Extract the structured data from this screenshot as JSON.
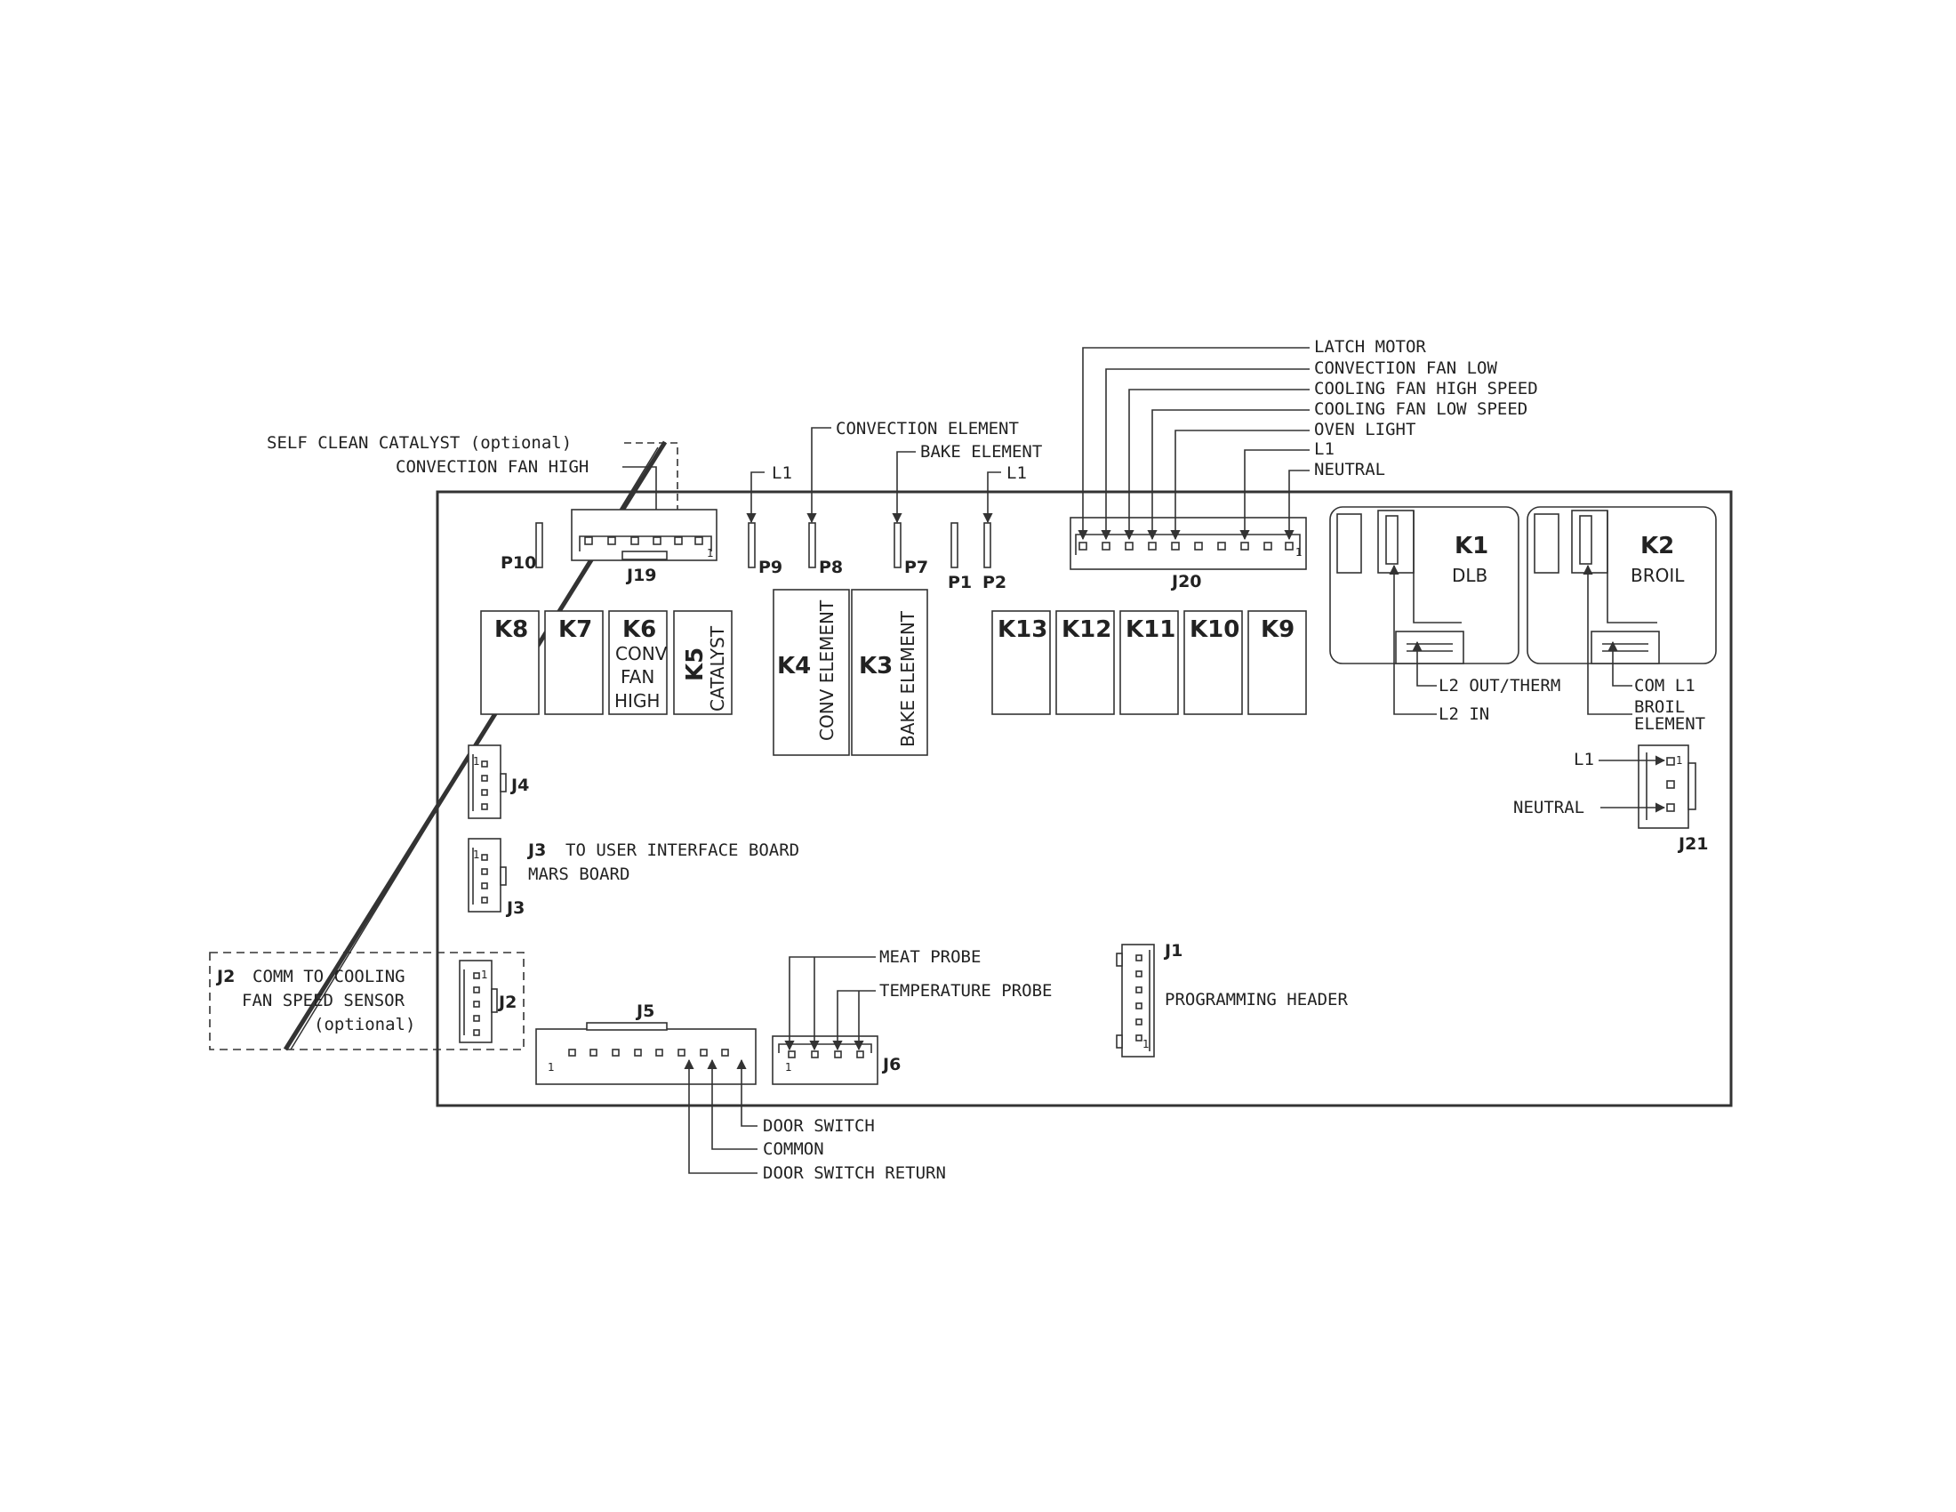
{
  "callouts": {
    "self_clean": "SELF CLEAN CATALYST (optional)",
    "conv_fan_high": "CONVECTION FAN HIGH",
    "convection_element": "CONVECTION ELEMENT",
    "bake_element": "BAKE ELEMENT",
    "l1_p9": "L1",
    "l1_p2": "L1",
    "latch_motor": "LATCH MOTOR",
    "conv_fan_low": "CONVECTION FAN LOW",
    "cool_high": "COOLING FAN HIGH SPEED",
    "cool_low": "COOLING FAN LOW SPEED",
    "oven_light": "OVEN LIGHT",
    "l1_j20": "L1",
    "neutral_j20": "NEUTRAL",
    "l2_out": "L2 OUT/THERM",
    "l2_in": "L2 IN",
    "com_l1": "COM L1",
    "broil_element_1": "BROIL",
    "broil_element_2": "ELEMENT",
    "l1_j21": "L1",
    "neutral_j21": "NEUTRAL",
    "j3_desc": "TO USER INTERFACE BOARD",
    "mars": "MARS BOARD",
    "j2_desc_1": "COMM TO COOLING",
    "j2_desc_2": "FAN SPEED SENSOR",
    "j2_desc_3": "(optional)",
    "meat_probe": "MEAT PROBE",
    "temp_probe": "TEMPERATURE PROBE",
    "prog_header": "PROGRAMMING HEADER",
    "door_switch": "DOOR SWITCH",
    "common": "COMMON",
    "door_switch_return": "DOOR SWITCH RETURN"
  },
  "refs": {
    "p10": "P10",
    "j19": "J19",
    "p9": "P9",
    "p8": "P8",
    "p7": "P7",
    "p1": "P1",
    "p2": "P2",
    "j20": "J20",
    "j4": "J4",
    "j3": "J3",
    "j2": "J2",
    "j5": "J5",
    "j6": "J6",
    "j1": "J1",
    "j21": "J21",
    "j3_label": "J3",
    "j2_label": "J2"
  },
  "relays": {
    "k8": "K8",
    "k7": "K7",
    "k6": "K6",
    "k6_sub1": "CONV",
    "k6_sub2": "FAN",
    "k6_sub3": "HIGH",
    "k5": "K5",
    "k5_sub": "CATALYST",
    "k4": "K4",
    "k4_sub": "CONV ELEMENT",
    "k3": "K3",
    "k3_sub": "BAKE ELEMENT",
    "k13": "K13",
    "k12": "K12",
    "k11": "K11",
    "k10": "K10",
    "k9": "K9",
    "k1": "K1",
    "k1_sub": "DLB",
    "k2": "K2",
    "k2_sub": "BROIL"
  },
  "pin_one": "1"
}
